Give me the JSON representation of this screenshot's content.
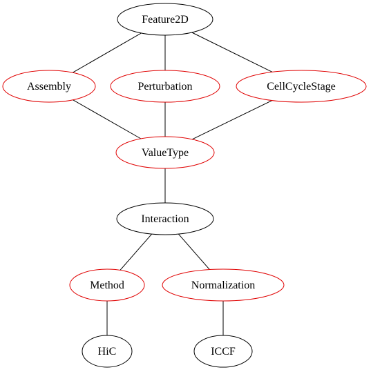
{
  "colors": {
    "default_stroke": "#000000",
    "highlight_stroke": "#e00000"
  },
  "nodes": {
    "feature2d": {
      "label": "Feature2D",
      "highlighted": false
    },
    "assembly": {
      "label": "Assembly",
      "highlighted": true
    },
    "perturbation": {
      "label": "Perturbation",
      "highlighted": true
    },
    "cellcyclestage": {
      "label": "CellCycleStage",
      "highlighted": true
    },
    "valuetype": {
      "label": "ValueType",
      "highlighted": true
    },
    "interaction": {
      "label": "Interaction",
      "highlighted": false
    },
    "method": {
      "label": "Method",
      "highlighted": true
    },
    "normalization": {
      "label": "Normalization",
      "highlighted": true
    },
    "hic": {
      "label": "HiC",
      "highlighted": false
    },
    "iccf": {
      "label": "ICCF",
      "highlighted": false
    }
  },
  "edges": [
    {
      "from": "feature2d",
      "to": "assembly"
    },
    {
      "from": "feature2d",
      "to": "perturbation"
    },
    {
      "from": "feature2d",
      "to": "cellcyclestage"
    },
    {
      "from": "assembly",
      "to": "valuetype"
    },
    {
      "from": "perturbation",
      "to": "valuetype"
    },
    {
      "from": "cellcyclestage",
      "to": "valuetype"
    },
    {
      "from": "valuetype",
      "to": "interaction"
    },
    {
      "from": "interaction",
      "to": "method"
    },
    {
      "from": "interaction",
      "to": "normalization"
    },
    {
      "from": "method",
      "to": "hic"
    },
    {
      "from": "normalization",
      "to": "iccf"
    }
  ]
}
